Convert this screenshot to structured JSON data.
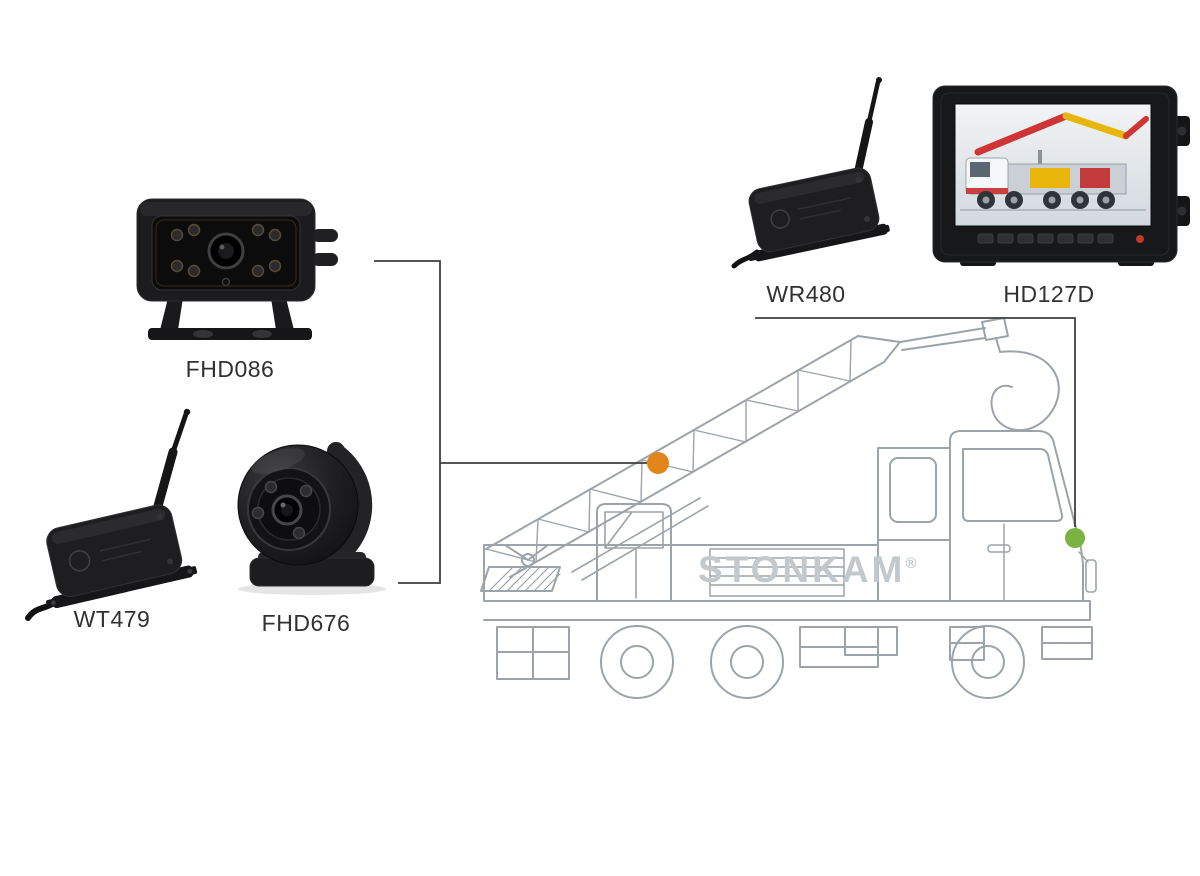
{
  "labels": {
    "fhd086": "FHD086",
    "wt479": "WT479",
    "fhd676": "FHD676",
    "wr480": "WR480",
    "hd127d": "HD127D"
  },
  "watermark": {
    "text": "STONKAM",
    "reg": "®"
  },
  "colors": {
    "orange_marker": "#E2861C",
    "green_marker": "#7CB243",
    "connector_line": "#3F3F3F",
    "truck_outline": "#9CA3A9"
  }
}
